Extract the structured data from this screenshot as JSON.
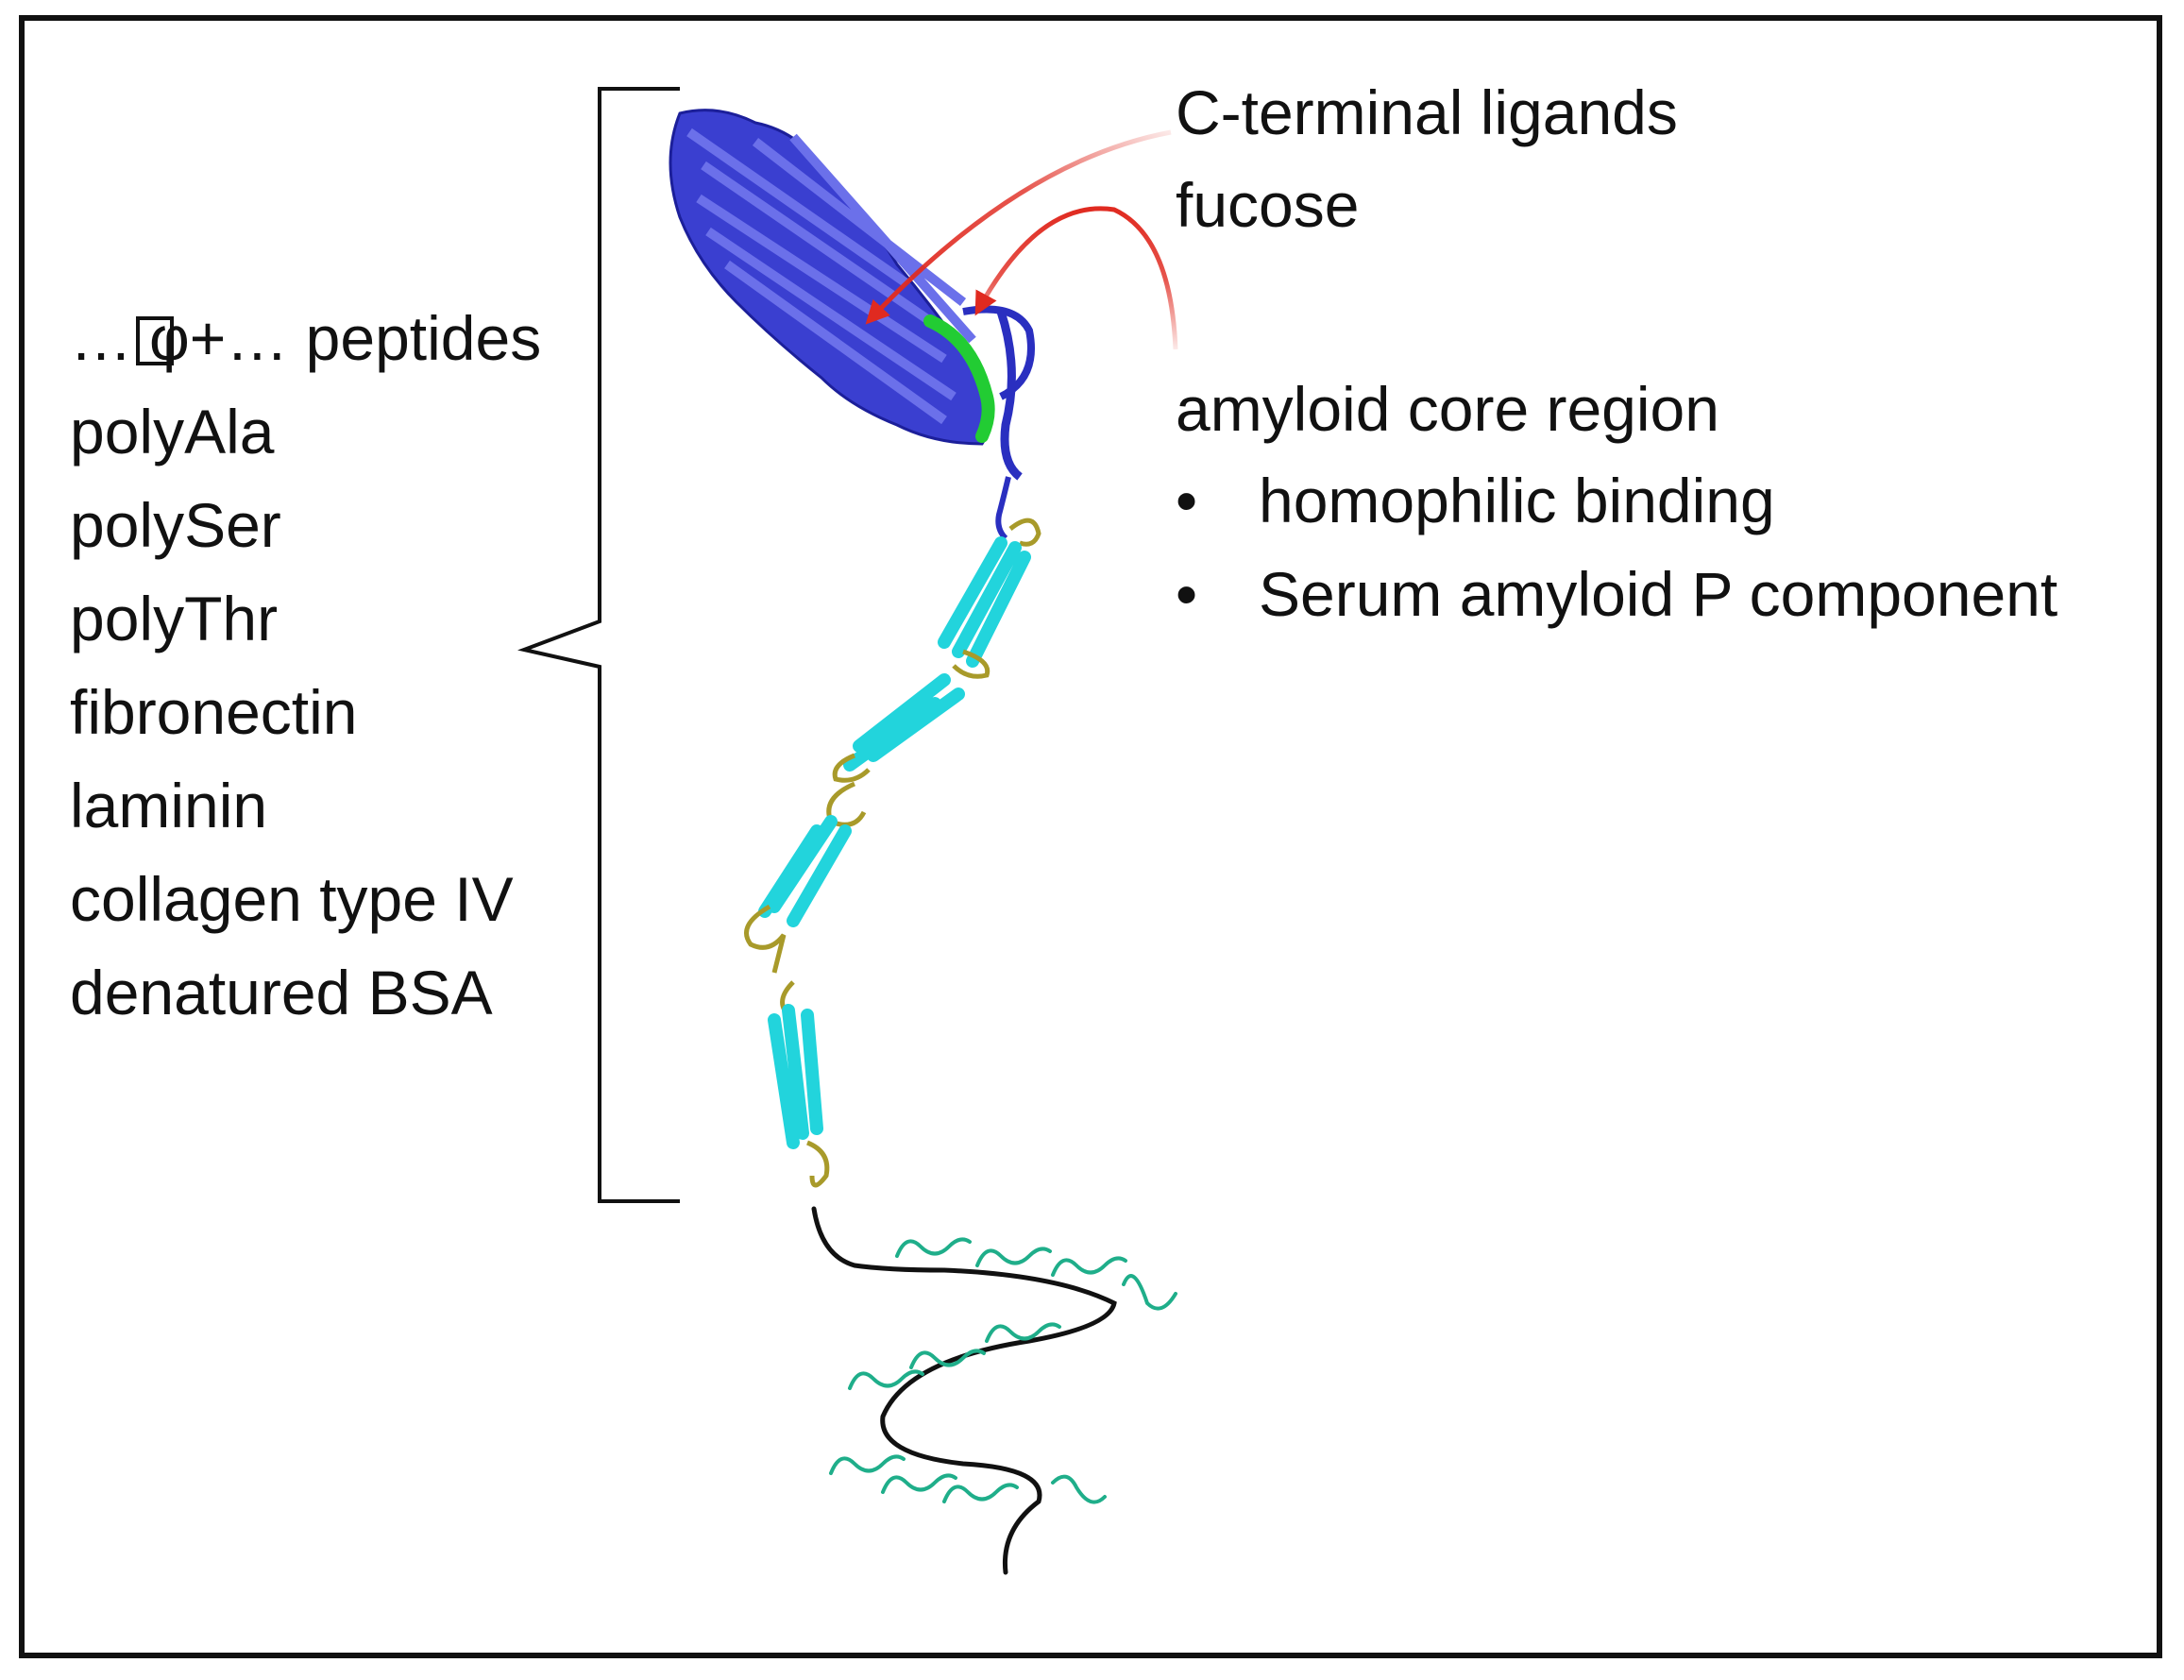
{
  "left_labels": [
    {
      "id": "peptides",
      "prefix": "…",
      "glyph": "φ",
      "suffix": "+… peptides"
    },
    {
      "id": "polyala",
      "text": "polyAla"
    },
    {
      "id": "polyser",
      "text": "polySer"
    },
    {
      "id": "polythr",
      "text": "polyThr"
    },
    {
      "id": "fibronectin",
      "text": "fibronectin"
    },
    {
      "id": "laminin",
      "text": "laminin"
    },
    {
      "id": "collagen",
      "text": "collagen type IV"
    },
    {
      "id": "bsa",
      "text": "denatured BSA"
    }
  ],
  "right_labels": {
    "c_terminal": "C-terminal ligands",
    "fucose": "fucose",
    "amyloid_core": "amyloid core region",
    "bullets": [
      "homophilic binding",
      "Serum amyloid P component"
    ],
    "bullet_char": "•"
  },
  "colors": {
    "n_domain": "#2a2fc0",
    "amyloid_strand": "#22cc33",
    "t_domains": "#22d4dc",
    "loops": "#a89a2a",
    "arrows": "#e02a20",
    "stalk": "#111111",
    "glycans": "#1fae8a"
  }
}
